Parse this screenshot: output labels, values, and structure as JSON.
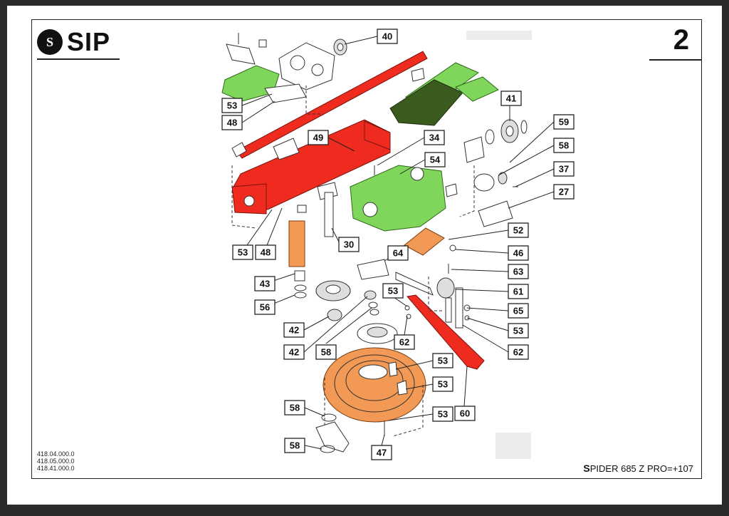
{
  "header": {
    "brand": "SIP",
    "logo_mark": "S",
    "page_number": "2"
  },
  "footer": {
    "codes": [
      "418.04.000.0",
      "418.05.000.0",
      "418.41.000.0"
    ],
    "model_initial": "S",
    "model_rest": "PIDER 685 Z PRO=+107"
  },
  "callouts": {
    "c40": "40",
    "c41": "41",
    "c59": "59",
    "c58a": "58",
    "c37": "37",
    "c27": "27",
    "c53a": "53",
    "c48a": "48",
    "c49": "49",
    "c34": "34",
    "c54": "54",
    "c53b": "53",
    "c48b": "48",
    "c30": "30",
    "c52": "52",
    "c46": "46",
    "c64": "64",
    "c63": "63",
    "c43": "43",
    "c53c": "53",
    "c61": "61",
    "c56": "56",
    "c65": "65",
    "c53d": "53",
    "c42a": "42",
    "c62a": "62",
    "c62b": "62",
    "c42b": "42",
    "c58b": "58",
    "c53e": "53",
    "c53f": "53",
    "c58c": "58",
    "c53g": "53",
    "c60": "60",
    "c58d": "58",
    "c47": "47"
  },
  "colors": {
    "red": "#ee2b1e",
    "green": "#7fd65a",
    "dark_green": "#3b5a1e",
    "orange": "#f29a55"
  }
}
